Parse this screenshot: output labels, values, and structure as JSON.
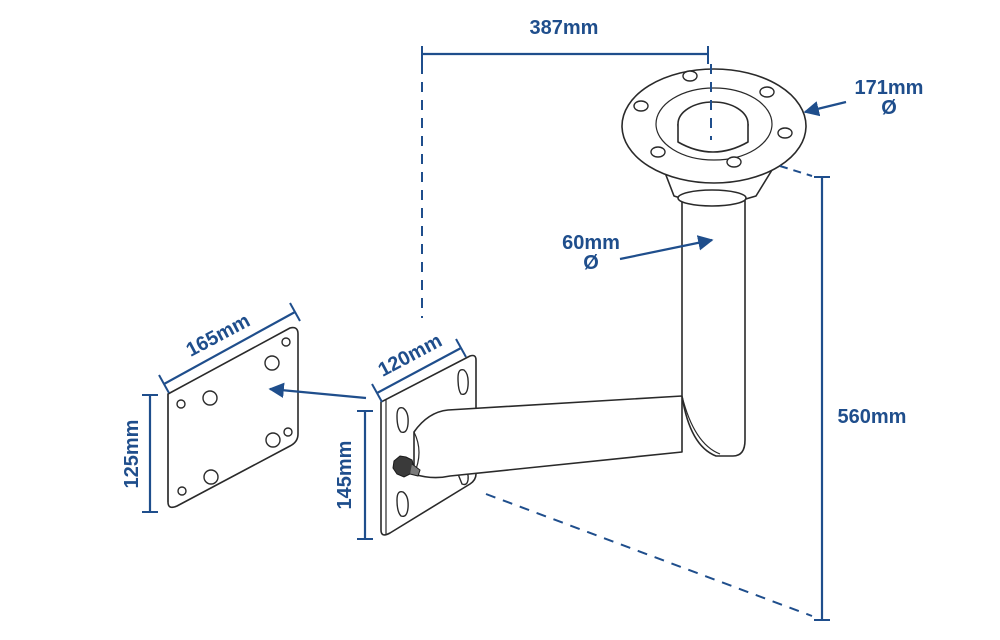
{
  "diagram": {
    "accent_color": "#1f4e8c",
    "outline_color": "#2a2a2a",
    "dimensions": {
      "arm_reach": "387mm",
      "flange_diameter": "171mm",
      "flange_diameter_symbol": "Ø",
      "post_diameter": "60mm",
      "post_diameter_symbol": "Ø",
      "total_height": "560mm",
      "wall_plate_width": "120mm",
      "wall_plate_height": "145mm",
      "backing_plate_width": "165mm",
      "backing_plate_height": "125mm"
    }
  }
}
